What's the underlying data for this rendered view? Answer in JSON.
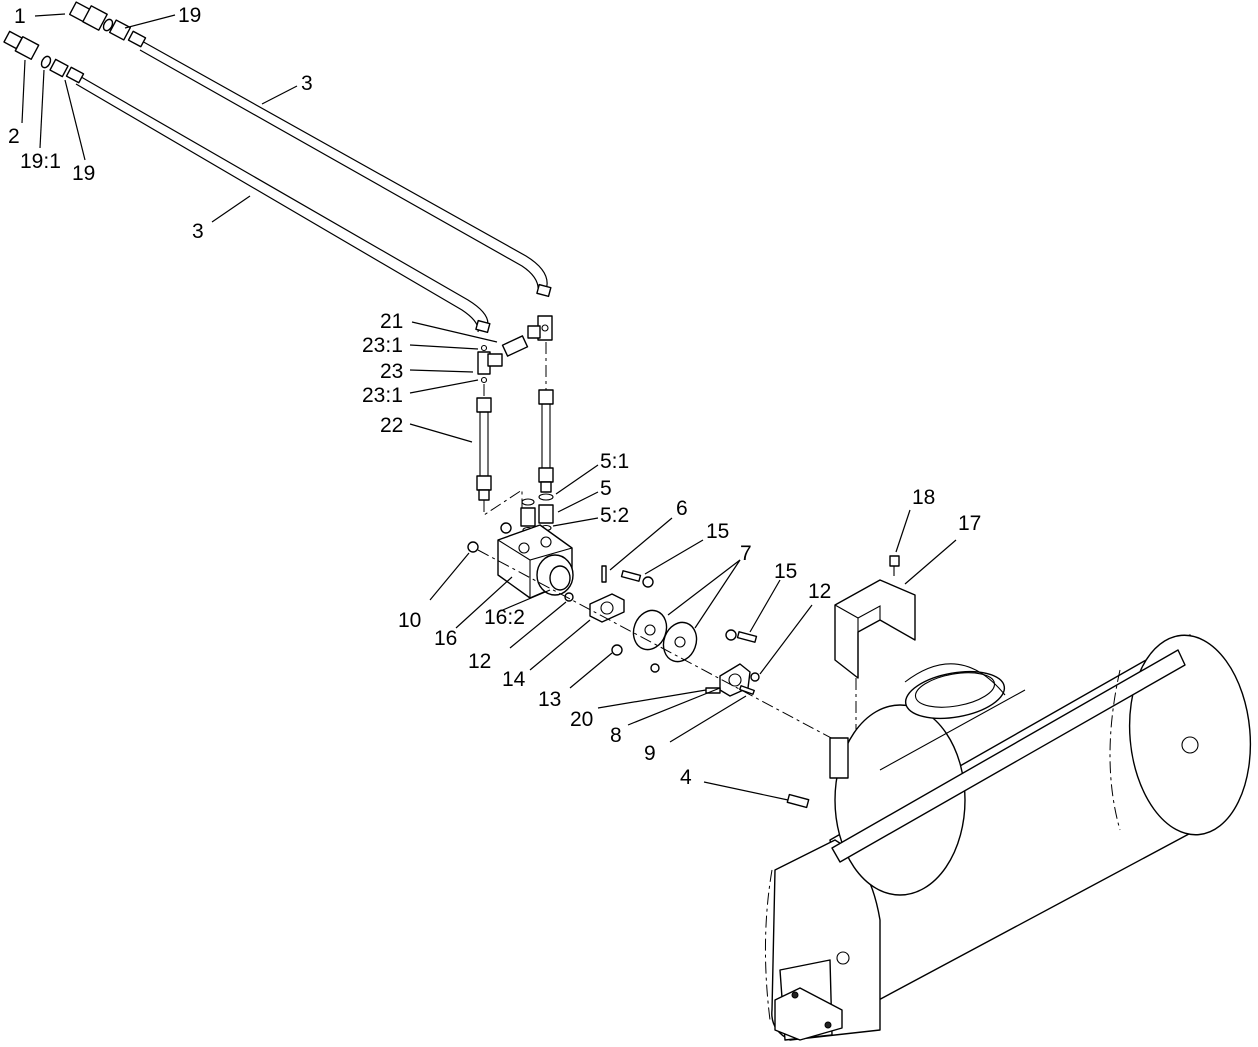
{
  "callouts": [
    {
      "id": "c1",
      "label": "1"
    },
    {
      "id": "c19a",
      "label": "19"
    },
    {
      "id": "c2",
      "label": "2"
    },
    {
      "id": "c19_1",
      "label": "19:1"
    },
    {
      "id": "c19b",
      "label": "19"
    },
    {
      "id": "c3a",
      "label": "3"
    },
    {
      "id": "c3b",
      "label": "3"
    },
    {
      "id": "c21",
      "label": "21"
    },
    {
      "id": "c23_1a",
      "label": "23:1"
    },
    {
      "id": "c23",
      "label": "23"
    },
    {
      "id": "c23_1b",
      "label": "23:1"
    },
    {
      "id": "c22",
      "label": "22"
    },
    {
      "id": "c5_1",
      "label": "5:1"
    },
    {
      "id": "c5",
      "label": "5"
    },
    {
      "id": "c5_2",
      "label": "5:2"
    },
    {
      "id": "c6",
      "label": "6"
    },
    {
      "id": "c15a",
      "label": "15"
    },
    {
      "id": "c7",
      "label": "7"
    },
    {
      "id": "c15b",
      "label": "15"
    },
    {
      "id": "c12a",
      "label": "12"
    },
    {
      "id": "c18",
      "label": "18"
    },
    {
      "id": "c17",
      "label": "17"
    },
    {
      "id": "c10",
      "label": "10"
    },
    {
      "id": "c16",
      "label": "16"
    },
    {
      "id": "c16_2",
      "label": "16:2"
    },
    {
      "id": "c12b",
      "label": "12"
    },
    {
      "id": "c14",
      "label": "14"
    },
    {
      "id": "c13",
      "label": "13"
    },
    {
      "id": "c20",
      "label": "20"
    },
    {
      "id": "c8",
      "label": "8"
    },
    {
      "id": "c9",
      "label": "9"
    },
    {
      "id": "c4",
      "label": "4"
    }
  ]
}
